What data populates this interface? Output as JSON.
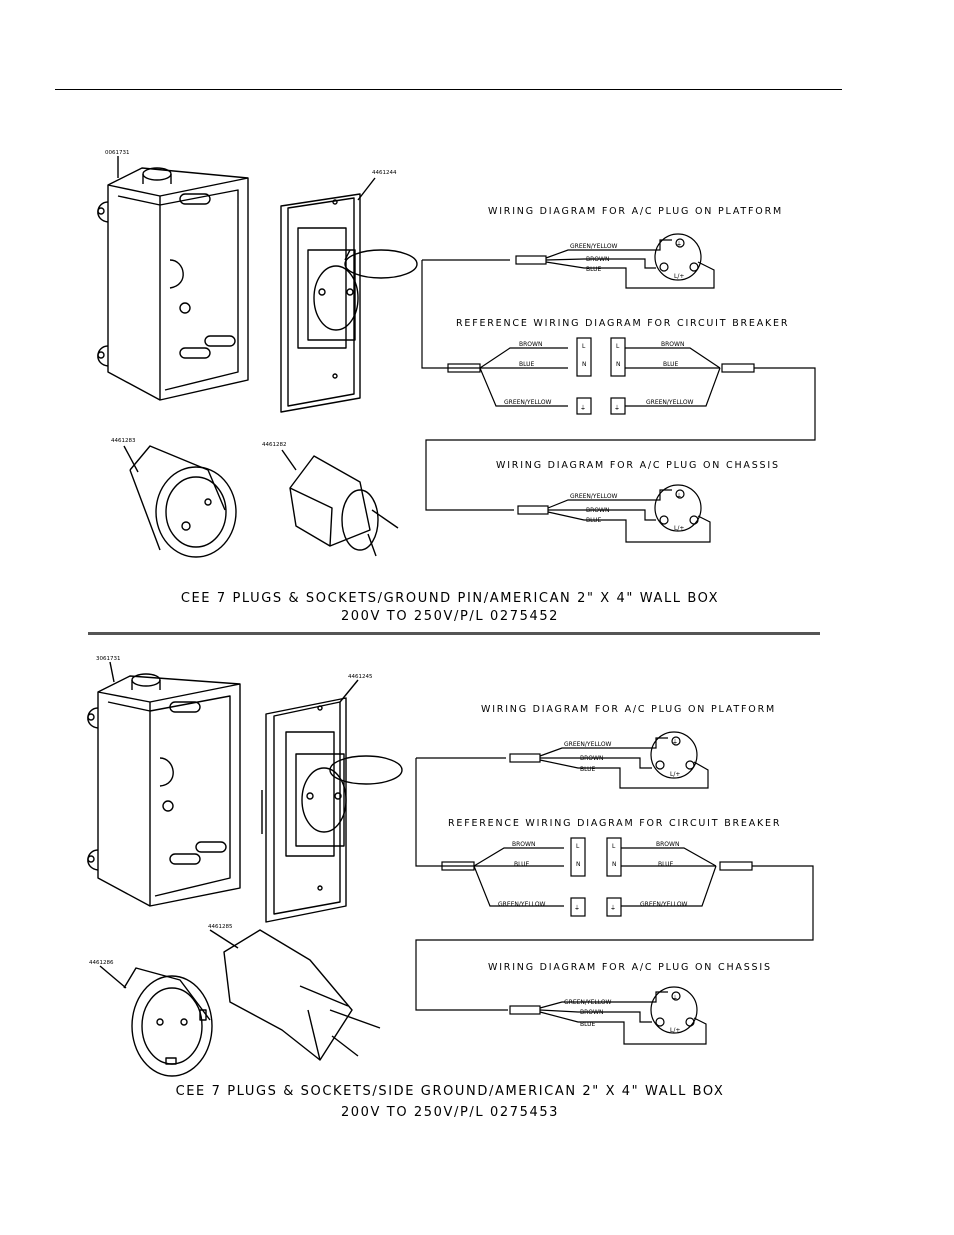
{
  "sections": [
    {
      "caption_line1": "CEE 7 PLUGS & SOCKETS/GROUND PIN/AMERICAN 2\" X 4\" WALL BOX",
      "caption_line2": "200V TO 250V/P/L 0275452",
      "parts": {
        "box": "0061731",
        "receptacle": "4461244",
        "socket": "4461283",
        "plug": "4461282"
      },
      "diagrams": {
        "platform_title": "WIRING DIAGRAM FOR A/C PLUG ON PLATFORM",
        "breaker_title": "REFERENCE WIRING DIAGRAM FOR CIRCUIT BREAKER",
        "chassis_title": "WIRING DIAGRAM FOR A/C PLUG ON CHASSIS"
      }
    },
    {
      "caption_line1": "CEE 7 PLUGS & SOCKETS/SIDE GROUND/AMERICAN 2\" X 4\" WALL BOX",
      "caption_line2": "200V TO 250V/P/L 0275453",
      "parts": {
        "box": "3061731",
        "receptacle": "4461245",
        "socket": "4461286",
        "plug": "4461285"
      },
      "diagrams": {
        "platform_title": "WIRING DIAGRAM FOR A/C PLUG ON PLATFORM",
        "breaker_title": "REFERENCE WIRING DIAGRAM FOR CIRCUIT BREAKER",
        "chassis_title": "WIRING DIAGRAM FOR A/C PLUG ON CHASSIS"
      }
    }
  ],
  "wires": {
    "ground": "GREEN/YELLOW",
    "live": "BROWN",
    "neutral": "BLUE"
  },
  "terminals": {
    "line": "L",
    "neutral": "N",
    "line_plus": "L/+",
    "ground_symbol": "⏚"
  }
}
